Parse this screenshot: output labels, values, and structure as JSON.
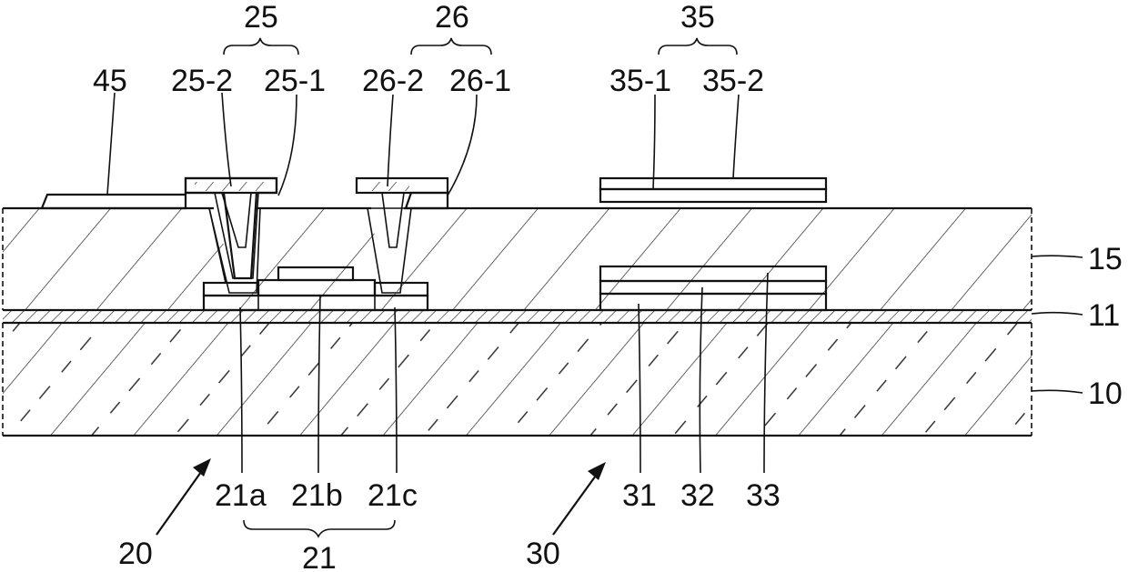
{
  "labels": {
    "l25": "25",
    "l26": "26",
    "l35": "35",
    "l45": "45",
    "l25_2": "25-2",
    "l25_1": "25-1",
    "l26_2": "26-2",
    "l26_1": "26-1",
    "l35_1": "35-1",
    "l35_2": "35-2",
    "l15": "15",
    "l11": "11",
    "l10": "10",
    "l21a": "21a",
    "l21b": "21b",
    "l21c": "21c",
    "l31": "31",
    "l32": "32",
    "l33": "33",
    "l21": "21",
    "l20": "20",
    "l30": "30"
  }
}
